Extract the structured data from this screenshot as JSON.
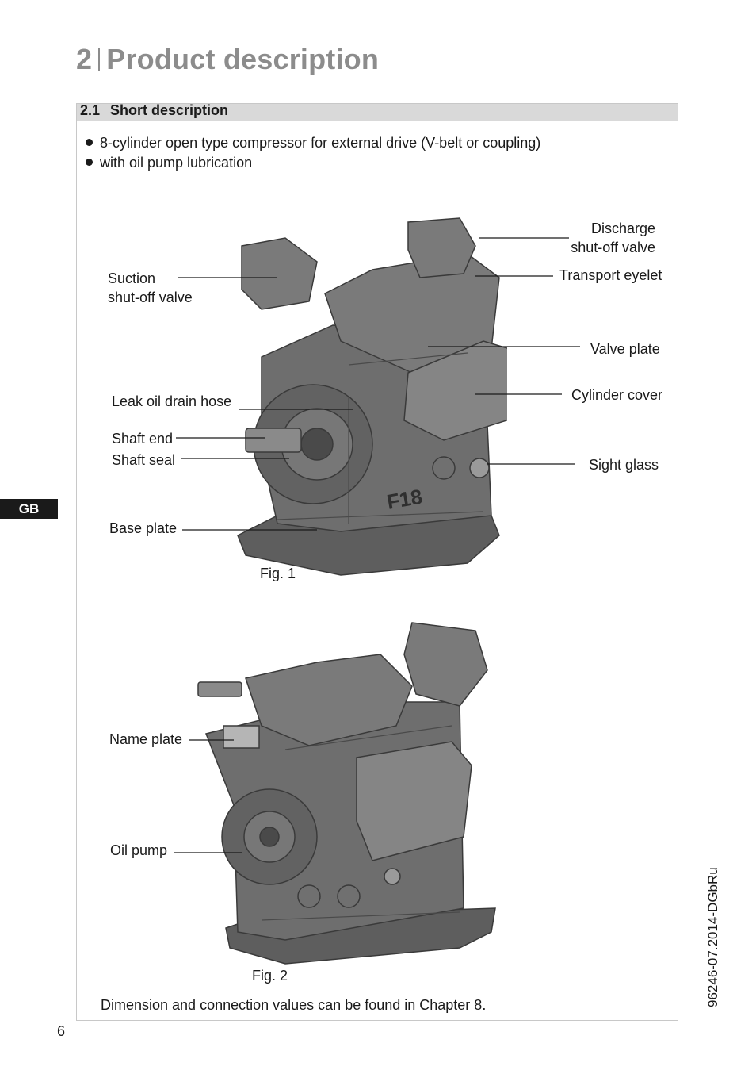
{
  "header": {
    "chapter_number": "2",
    "chapter_title": "Product description"
  },
  "section": {
    "number": "2.1",
    "title": "Short description"
  },
  "bullets": [
    "8-cylinder open type compressor for external drive (V-belt or coupling)",
    "with oil pump lubrication"
  ],
  "figure1": {
    "caption": "Fig. 1",
    "labels": {
      "discharge_valve_line1": "Discharge",
      "discharge_valve_line2": "shut-off valve",
      "transport_eyelet": "Transport eyelet",
      "suction_valve_line1": "Suction",
      "suction_valve_line2": "shut-off valve",
      "valve_plate": "Valve plate",
      "cylinder_cover": "Cylinder cover",
      "leak_oil_drain_hose": "Leak oil drain hose",
      "shaft_end": "Shaft end",
      "shaft_seal": "Shaft seal",
      "sight_glass": "Sight glass",
      "base_plate": "Base plate"
    },
    "body_marking": "F18"
  },
  "figure2": {
    "caption": "Fig. 2",
    "labels": {
      "name_plate": "Name plate",
      "oil_pump": "Oil pump"
    }
  },
  "footer_note": "Dimension and connection values can be found in Chapter 8.",
  "side_tab": "GB",
  "doc_id": "96246-07.2014-DGbRu",
  "page_number": "6",
  "colors": {
    "title_gray": "#8c8c8c",
    "section_bar": "#d9d9d9",
    "machine_body": "#6e6e6e",
    "tab_black": "#1a1a1a"
  }
}
